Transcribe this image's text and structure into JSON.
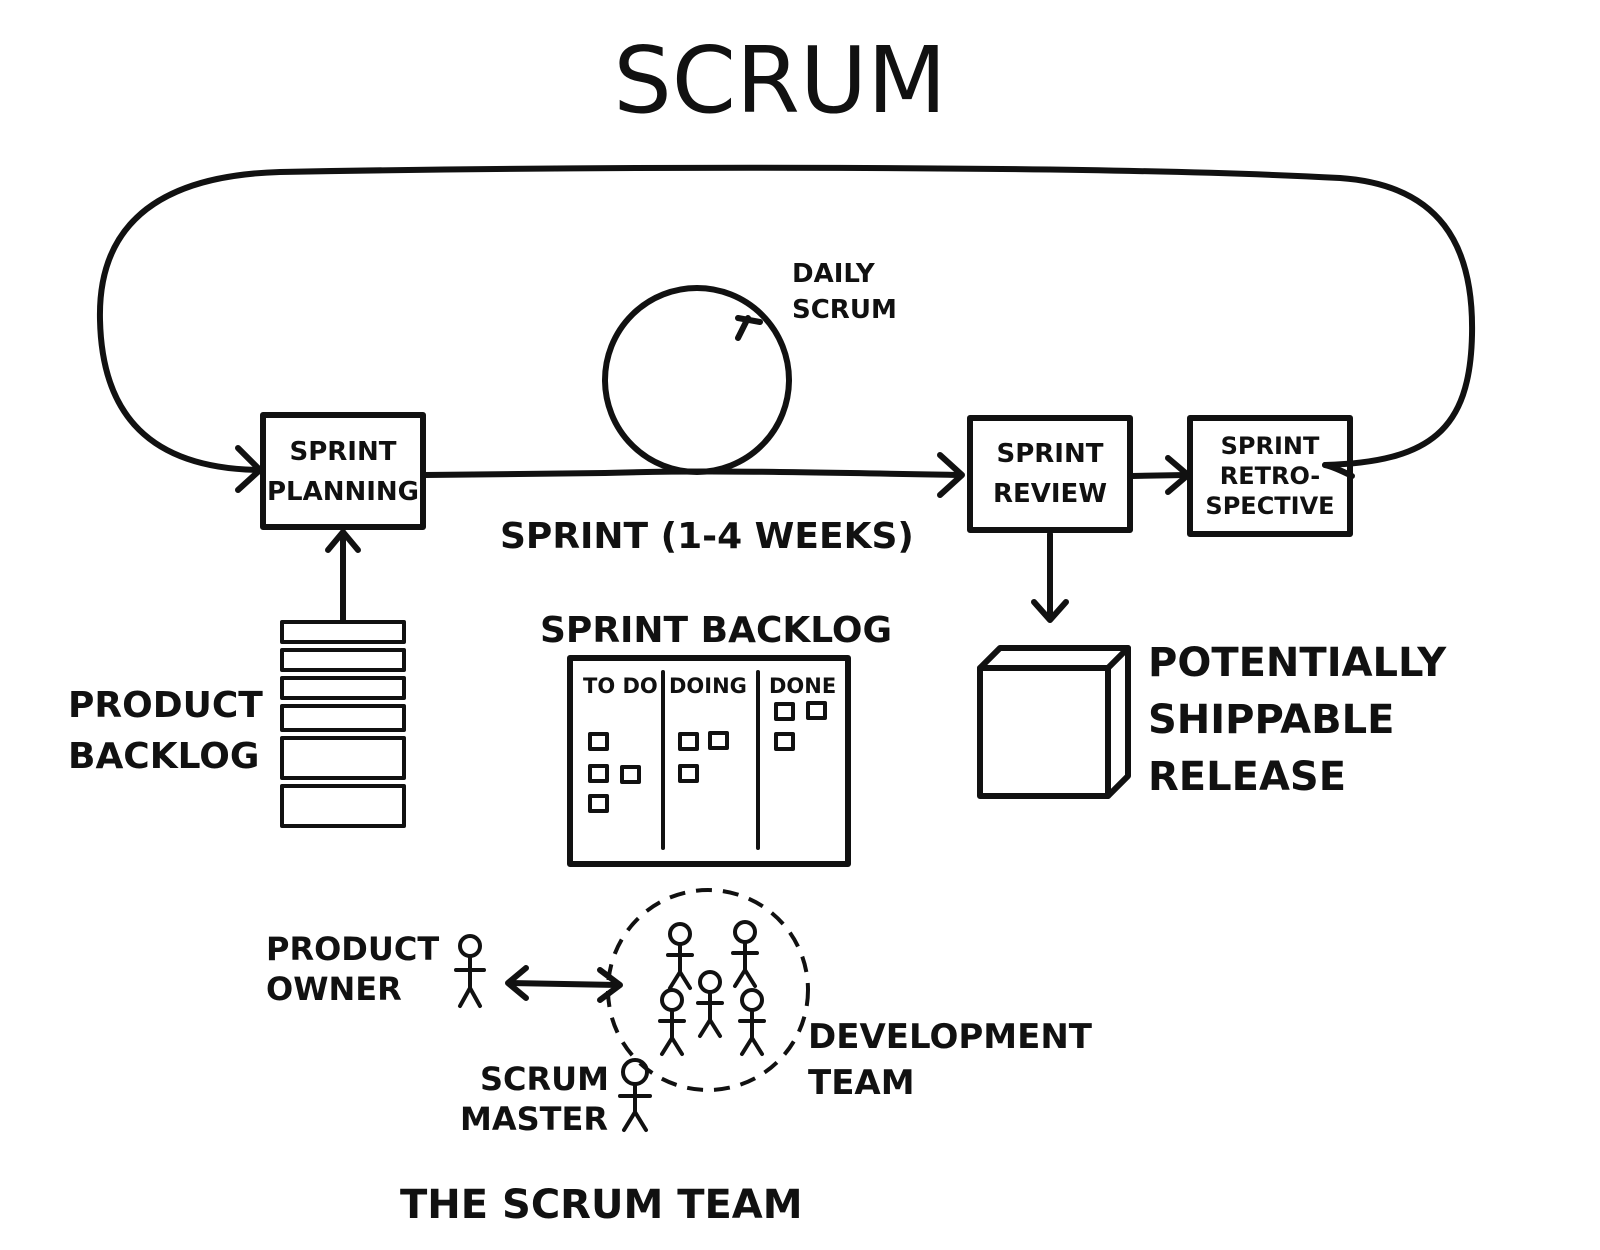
{
  "title": "SCRUM",
  "daily_scrum": [
    "DAILY",
    "SCRUM"
  ],
  "sprint_planning": [
    "SPRINT",
    "PLANNING"
  ],
  "sprint_review": [
    "SPRINT",
    "REVIEW"
  ],
  "sprint_retrospective": [
    "SPRINT",
    "RETRO-",
    "SPECTIVE"
  ],
  "sprint_label": "SPRINT (1-4 WEEKS)",
  "product_backlog": [
    "PRODUCT",
    "BACKLOG"
  ],
  "sprint_backlog": {
    "title": "SPRINT BACKLOG",
    "columns": [
      "TO DO",
      "DOING",
      "DONE"
    ]
  },
  "release": [
    "POTENTIALLY",
    "SHIPPABLE",
    "RELEASE"
  ],
  "product_owner": [
    "PRODUCT",
    "OWNER"
  ],
  "scrum_master": [
    "SCRUM",
    "MASTER"
  ],
  "development_team": [
    "DEVELOPMENT",
    "TEAM"
  ],
  "scrum_team": "THE SCRUM TEAM"
}
